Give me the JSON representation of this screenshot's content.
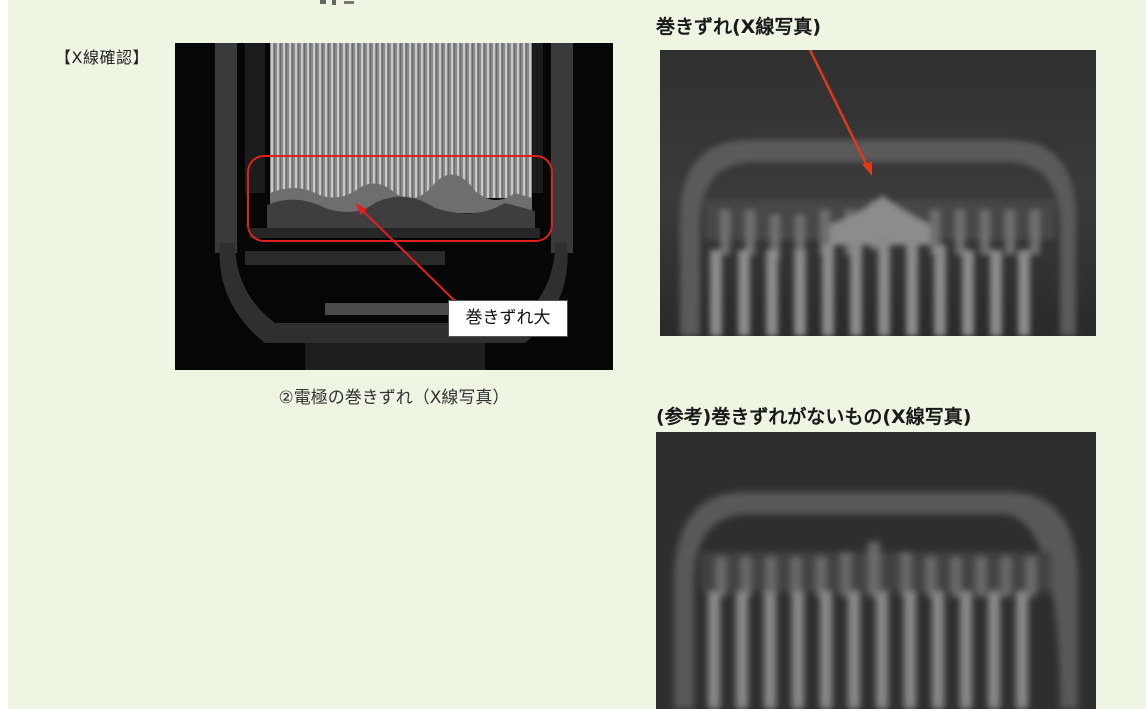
{
  "section_label": "【X線確認】",
  "left_figure": {
    "callout": "巻きずれ大",
    "caption": "②電極の巻きずれ（X線写真）"
  },
  "right_figures": {
    "top_heading": "巻きずれ(X線写真)",
    "bottom_heading": "(参考)巻きずれがないもの(X線写真)"
  },
  "colors": {
    "highlight_red": "#e02020",
    "arrow_red": "#e03a1a",
    "background": "#eef5e3"
  }
}
